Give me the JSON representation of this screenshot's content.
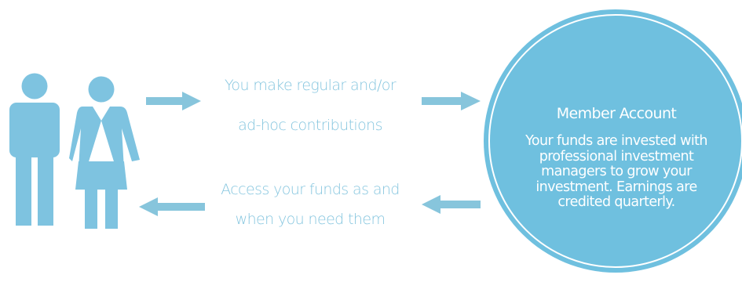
{
  "colors": {
    "accent": "#86c6df",
    "figure": "#7ec3e0",
    "arrow": "#87c5dc",
    "circle_fill": "#6fc0df",
    "text_on_circle": "#ffffff"
  },
  "people": {
    "man": "man-figure-icon",
    "woman": "woman-figure-icon"
  },
  "contribute": {
    "line1": "You make regular and/or",
    "line2": "ad-hoc contributions"
  },
  "access": {
    "line1": "Access your funds as and",
    "line2": "when you need them"
  },
  "member_account": {
    "title": "Member Account",
    "body": "Your funds are invested with professional investment managers to grow your investment. Earnings are credited quarterly."
  }
}
